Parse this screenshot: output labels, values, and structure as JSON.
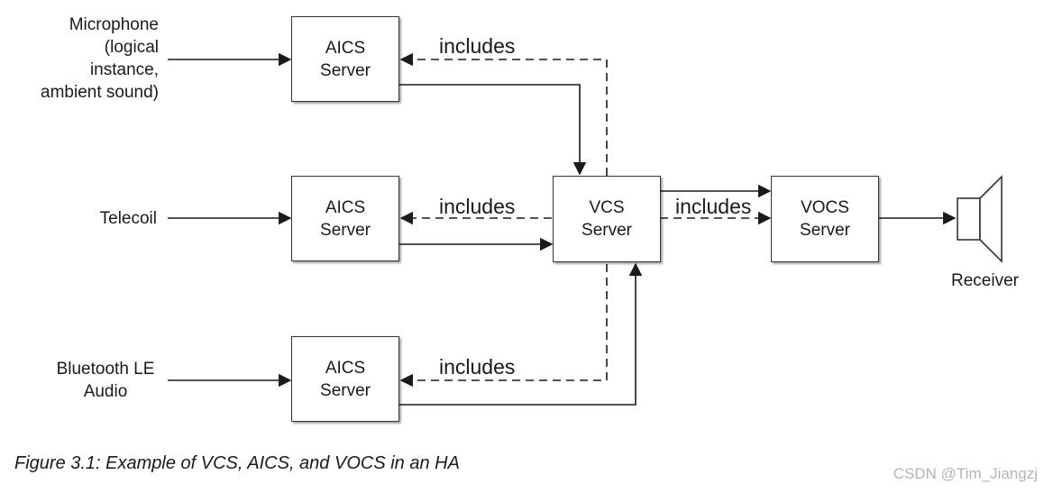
{
  "inputs": {
    "microphone": [
      "Microphone",
      "(logical",
      "instance,",
      "ambient sound)"
    ],
    "telecoil": [
      "Telecoil"
    ],
    "bluetooth": [
      "Bluetooth LE",
      "Audio"
    ]
  },
  "boxes": {
    "aics_top": [
      "AICS",
      "Server"
    ],
    "aics_mid": [
      "AICS",
      "Server"
    ],
    "aics_bot": [
      "AICS",
      "Server"
    ],
    "vcs": [
      "VCS",
      "Server"
    ],
    "vocs": [
      "VOCS",
      "Server"
    ]
  },
  "relations": {
    "includes_top": "includes",
    "includes_mid": "includes",
    "includes_bot": "includes",
    "includes_right": "includes"
  },
  "receiver_label": "Receiver",
  "caption": "Figure 3.1: Example of VCS, AICS, and VOCS in an HA",
  "watermark": "CSDN @Tim_Jiangzj",
  "colors": {
    "line": "#1a1a1a",
    "box_border": "#333333",
    "watermark": "#b3b3b3"
  }
}
